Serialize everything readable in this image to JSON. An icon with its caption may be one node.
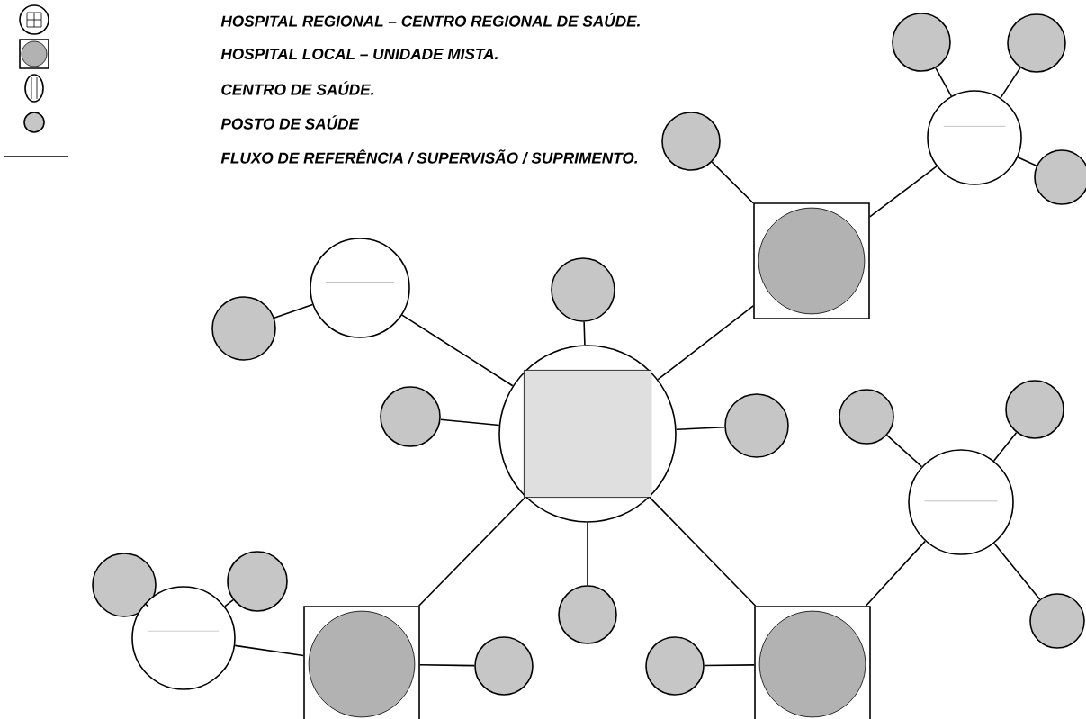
{
  "diagram": {
    "nodes": [
      {
        "text": [],
        "shape": "circle"
      },
      {
        "text": [],
        "shape": "circle"
      },
      {
        "text": [],
        "shape": "circle"
      },
      {
        "text": [],
        "shape": "circle"
      },
      {
        "text": [],
        "shape": "circle"
      },
      {
        "text": [],
        "shape": "box"
      },
      {
        "text": [],
        "shape": "circle"
      },
      {
        "text": [],
        "shape": "circle"
      },
      {
        "text": [],
        "shape": "circle"
      },
      {
        "text": [],
        "shape": "circle"
      },
      {
        "text": [],
        "shape": "circle"
      },
      {
        "text": [],
        "shape": "circle"
      },
      {
        "text": [],
        "shape": "circle"
      },
      {
        "text": [],
        "shape": "circle"
      },
      {
        "text": [],
        "shape": "circle"
      },
      {
        "text": [],
        "shape": "circle"
      },
      {
        "text": [],
        "shape": "circle"
      },
      {
        "text": [],
        "shape": "circle"
      },
      {
        "text": [],
        "shape": "circle"
      },
      {
        "text": [],
        "shape": "circle"
      },
      {
        "text": [],
        "shape": "box"
      },
      {
        "text": [],
        "shape": "circle"
      },
      {
        "text": [],
        "shape": "box"
      },
      {
        "text": [],
        "shape": "circle"
      }
    ],
    "edges": [
      {
        "from": 2,
        "to": 0,
        "arrow": "none"
      },
      {
        "from": 2,
        "to": 1,
        "arrow": "none"
      },
      {
        "from": 2,
        "to": 4,
        "arrow": "none"
      },
      {
        "from": 2,
        "to": 5,
        "arrow": "none"
      },
      {
        "from": 5,
        "to": 3,
        "arrow": "none"
      },
      {
        "from": 9,
        "to": 5,
        "arrow": "none"
      },
      {
        "from": 9,
        "to": 6,
        "arrow": "none"
      },
      {
        "from": 6,
        "to": 8,
        "arrow": "none"
      },
      {
        "from": 9,
        "to": 7,
        "arrow": "none"
      },
      {
        "from": 9,
        "to": 12,
        "arrow": "none"
      },
      {
        "from": 9,
        "to": 13,
        "arrow": "none"
      },
      {
        "from": 9,
        "to": 20,
        "arrow": "none"
      },
      {
        "from": 9,
        "to": 22,
        "arrow": "none"
      },
      {
        "from": 9,
        "to": 17,
        "arrow": "none"
      },
      {
        "from": 14,
        "to": 22,
        "arrow": "none"
      },
      {
        "from": 14,
        "to": 10,
        "arrow": "none"
      },
      {
        "from": 14,
        "to": 11,
        "arrow": "none"
      },
      {
        "from": 14,
        "to": 19,
        "arrow": "none"
      },
      {
        "from": 18,
        "to": 15,
        "arrow": "none"
      },
      {
        "from": 18,
        "to": 16,
        "arrow": "none"
      },
      {
        "from": 18,
        "to": 20,
        "arrow": "none"
      },
      {
        "from": 20,
        "to": 21,
        "arrow": "none"
      },
      {
        "from": 22,
        "to": 23,
        "arrow": "none"
      }
    ],
    "legend": [
      {
        "text": "HOSPITAL REGIONAL – CENTRO REGIONAL DE SAÚDE."
      },
      {
        "text": "HOSPITAL LOCAL – UNIDADE MISTA."
      },
      {
        "text": "CENTRO DE SAÚDE."
      },
      {
        "text": "POSTO DE SAÚDE"
      },
      {
        "text": "FLUXO DE REFERÊNCIA / SUPERVISÃO / SUPRIMENTO."
      }
    ]
  }
}
